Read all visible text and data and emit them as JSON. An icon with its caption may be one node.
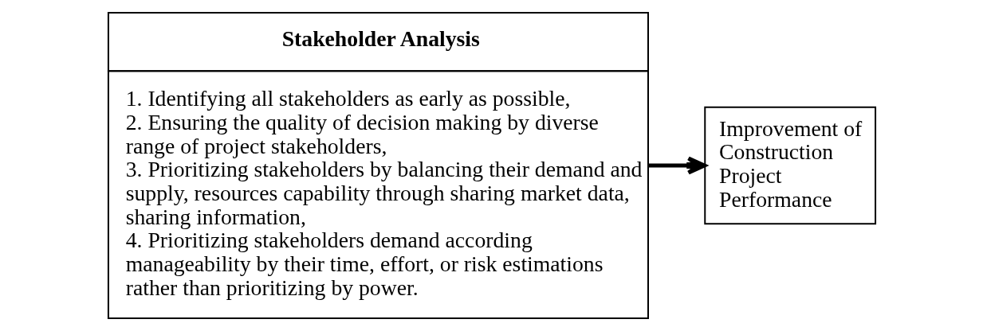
{
  "diagram": {
    "nodes": [
      {
        "text": [
          "Stakeholder Analysis",
          "1. Identifying all stakeholders as early as possible,",
          "2. Ensuring the quality of decision making by diverse range of project stakeholders,",
          "3. Prioritizing stakeholders by balancing their demand and supply, resources capability through sharing market data, sharing information,",
          "4. Prioritizing stakeholders demand according manageability by their time, effort, or risk estimations rather than prioritizing by power."
        ]
      },
      {
        "text": [
          "Improvement of Construction Project Performance"
        ]
      }
    ],
    "edges": [
      {
        "from": 0,
        "to": 1,
        "arrow": "to"
      }
    ]
  }
}
